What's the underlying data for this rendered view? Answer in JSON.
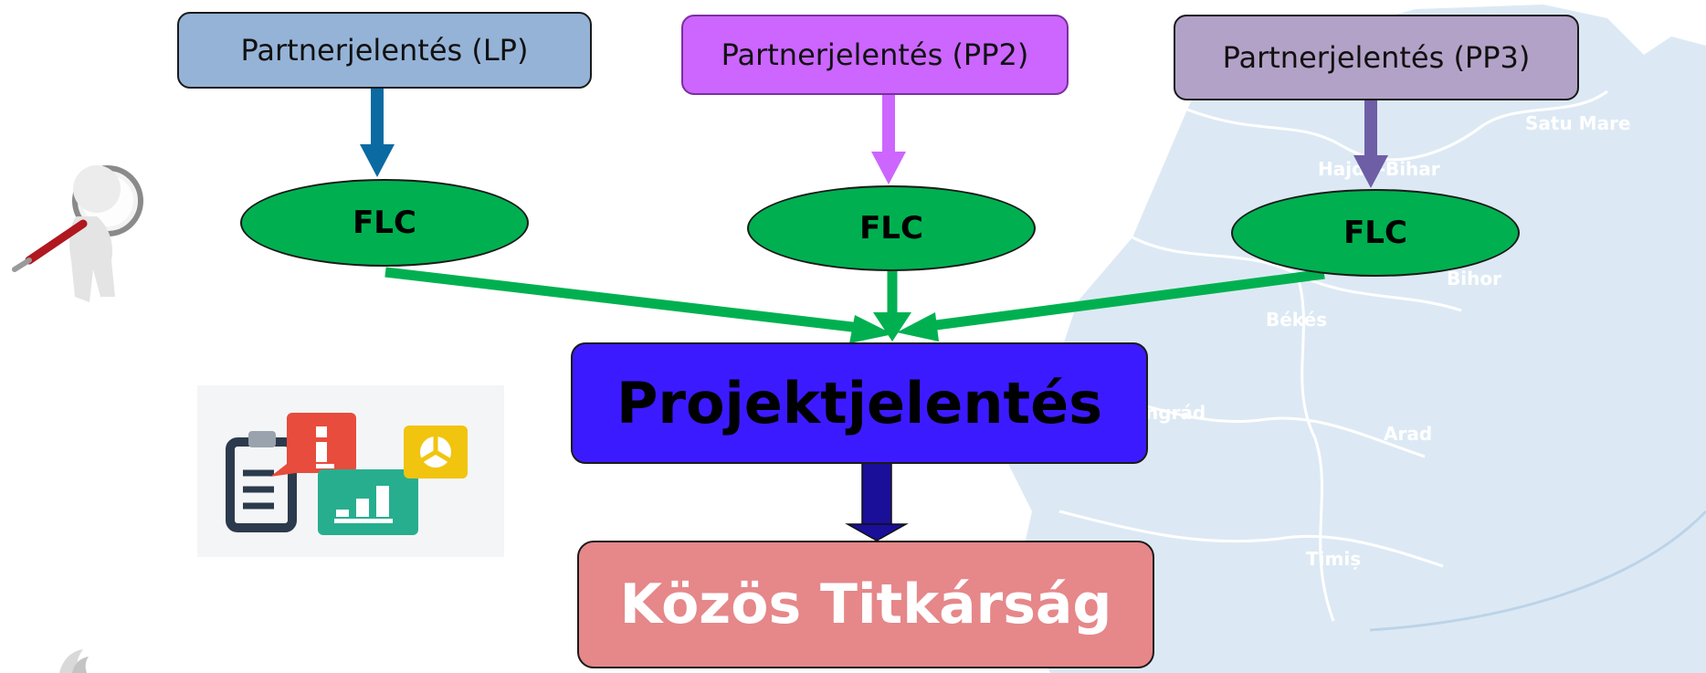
{
  "colors": {
    "lp": "#95b3d7",
    "pp2": "#cc66ff",
    "pp3": "#b3a2c7",
    "flc": "#00b050",
    "project": "#3c1aff",
    "secretariat": "#e6878a",
    "arrow_lp": "#0b6aa2",
    "arrow_pp2": "#cc66ff",
    "arrow_pp3": "#6e5ea6",
    "arrow_flc": "#00b050",
    "arrow_final": "#1a0f99",
    "map_fill": "#dce9f4",
    "map_text": "#ffffff"
  },
  "partners": [
    {
      "label": "Partnerjelentés (LP)"
    },
    {
      "label": "Partnerjelentés (PP2)"
    },
    {
      "label": "Partnerjelentés (PP3)"
    }
  ],
  "flc": [
    {
      "label": "FLC"
    },
    {
      "label": "FLC"
    },
    {
      "label": "FLC"
    }
  ],
  "project_report": {
    "label": "Projektjelentés"
  },
  "secretariat": {
    "label": "Közös Titkárság"
  },
  "map_labels": [
    {
      "text": "Satu Mare"
    },
    {
      "text": "Hajdú-Bihar"
    },
    {
      "text": "Bihor"
    },
    {
      "text": "Békés"
    },
    {
      "text": "ngrád"
    },
    {
      "text": "Arad"
    },
    {
      "text": "Timiș"
    }
  ],
  "icons": [
    "magnifier-figure-icon",
    "report-clipboard-icon"
  ]
}
